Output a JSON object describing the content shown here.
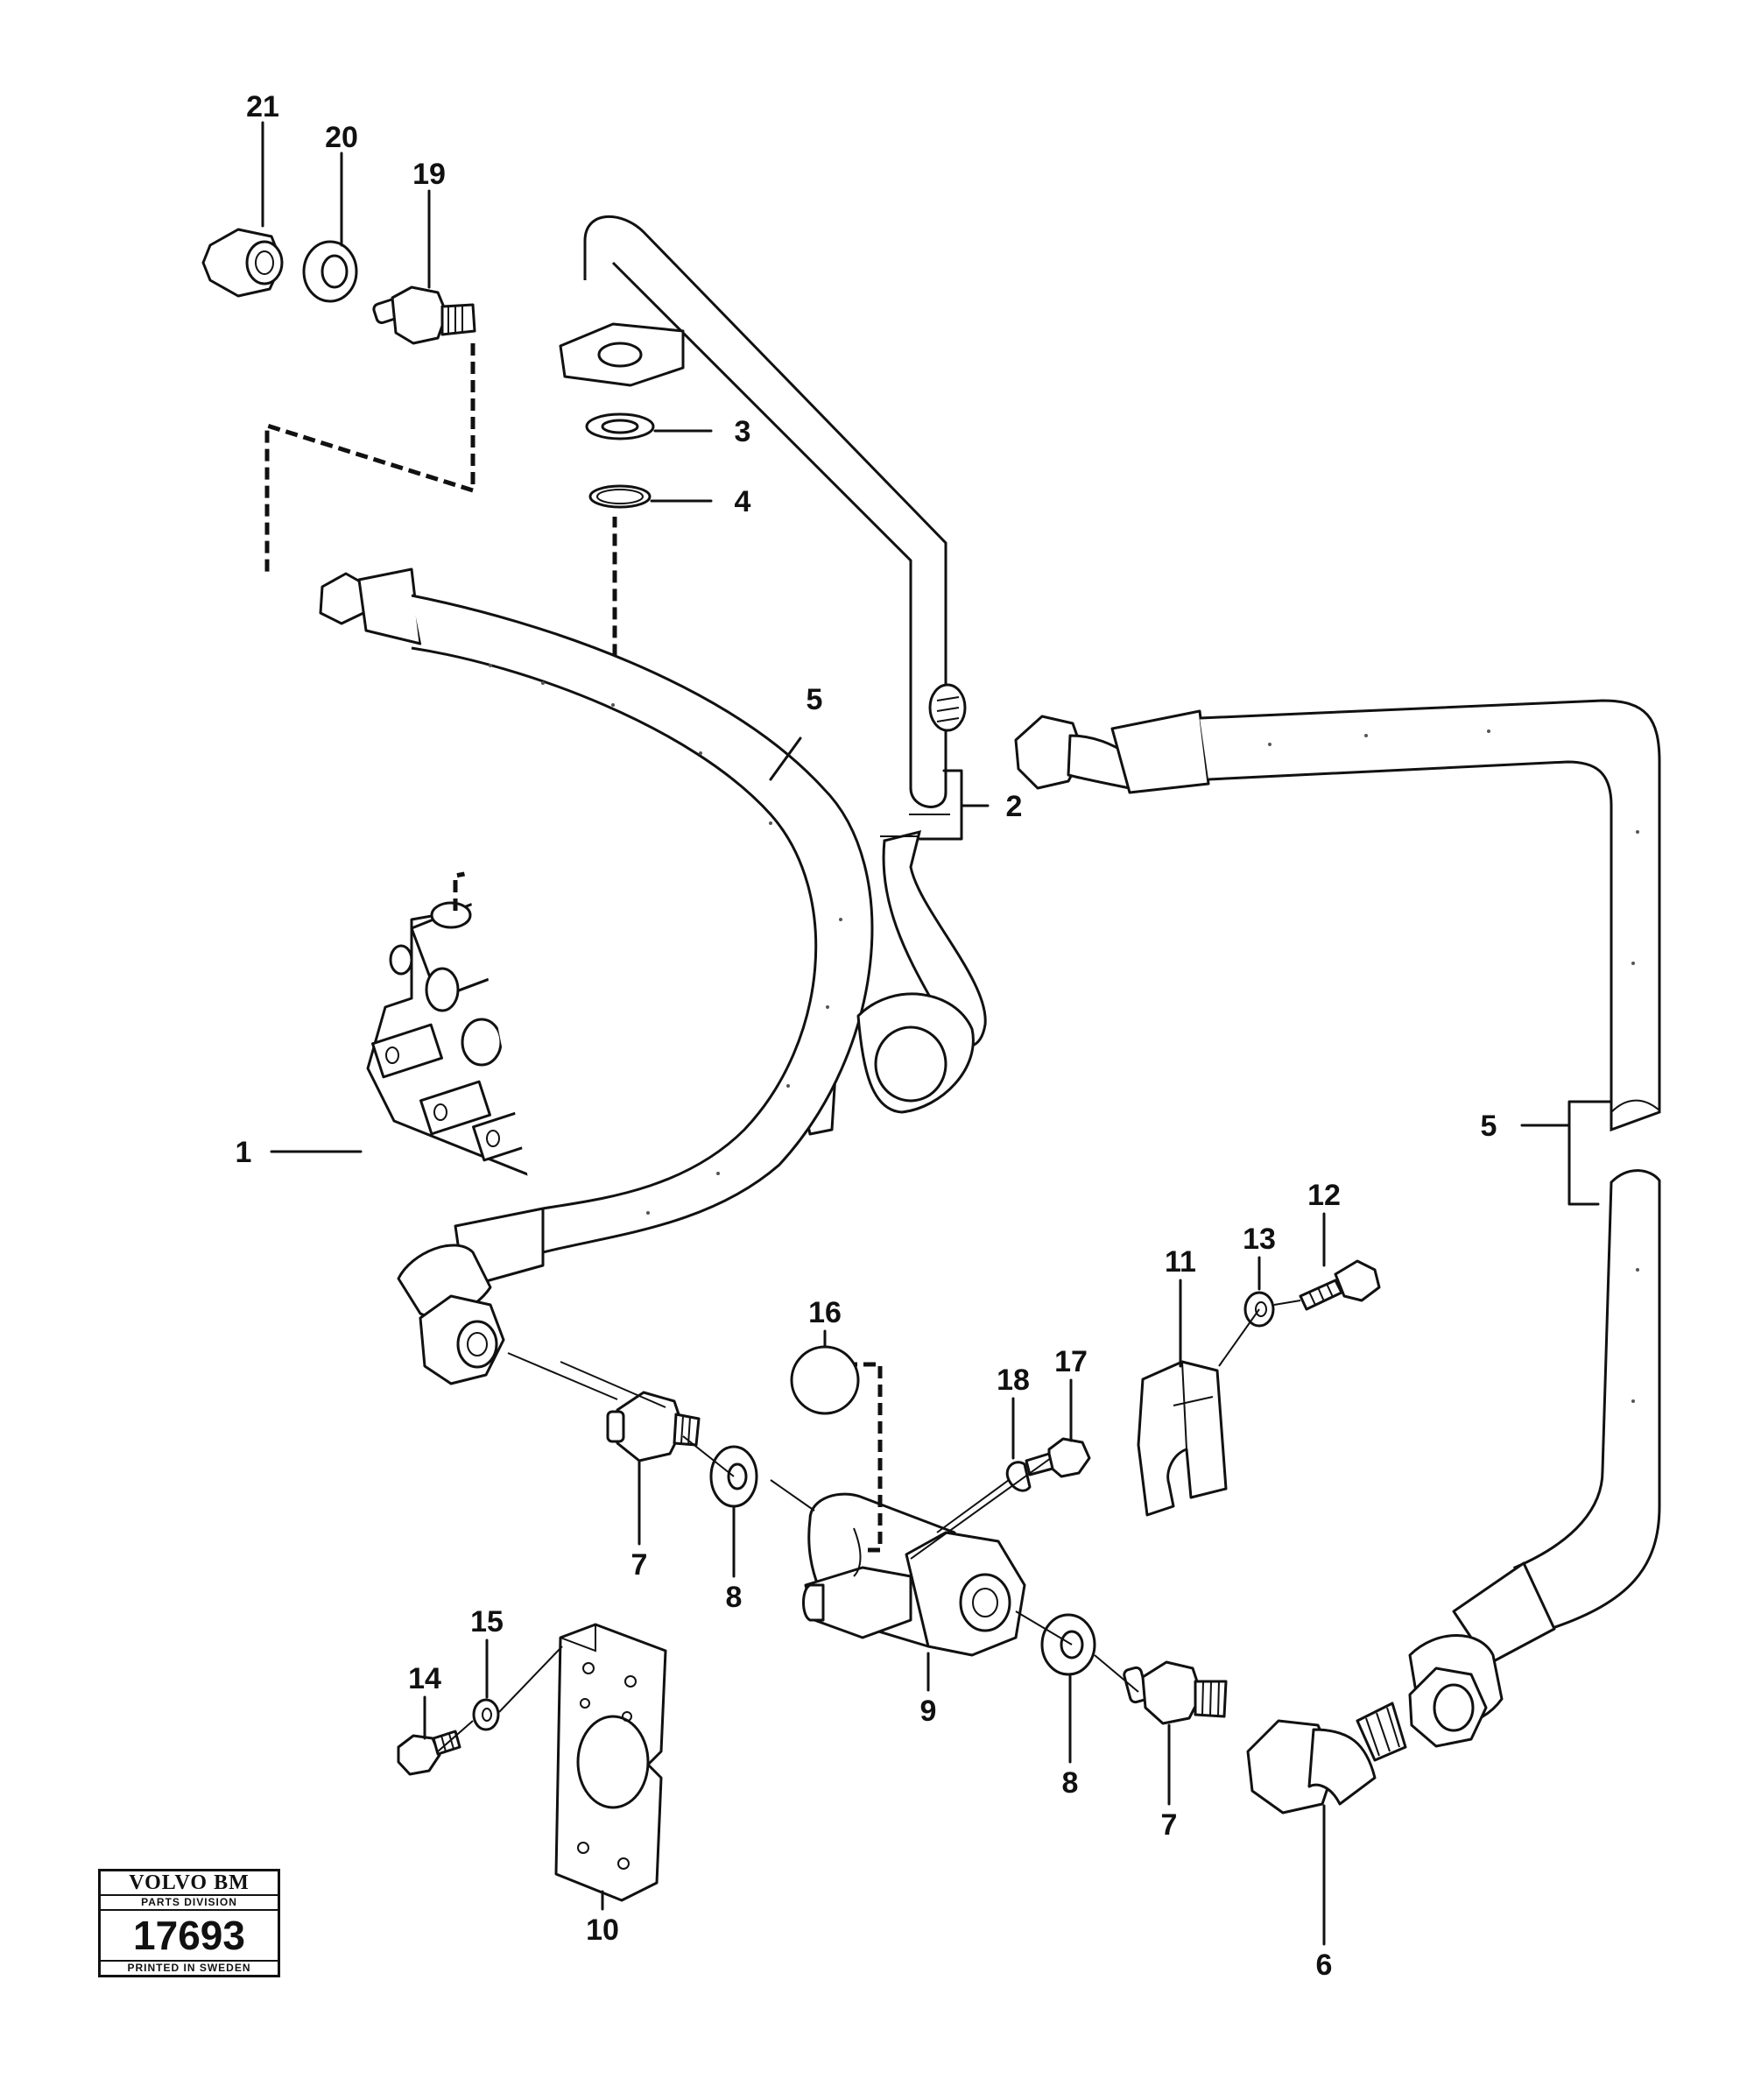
{
  "labels": {
    "p1": "1",
    "p2": "2",
    "p3": "3",
    "p4": "4",
    "p5a": "5",
    "p5b": "5",
    "p6": "6",
    "p7a": "7",
    "p7b": "7",
    "p8a": "8",
    "p8b": "8",
    "p9": "9",
    "p10": "10",
    "p11": "11",
    "p12": "12",
    "p13": "13",
    "p14": "14",
    "p15": "15",
    "p16": "16",
    "p17": "17",
    "p18": "18",
    "p19": "19",
    "p20": "20",
    "p21": "21"
  },
  "logo": {
    "brand": "VOLVO BM",
    "division": "PARTS DIVISION",
    "number": "17693",
    "printed": "PRINTED IN SWEDEN"
  }
}
